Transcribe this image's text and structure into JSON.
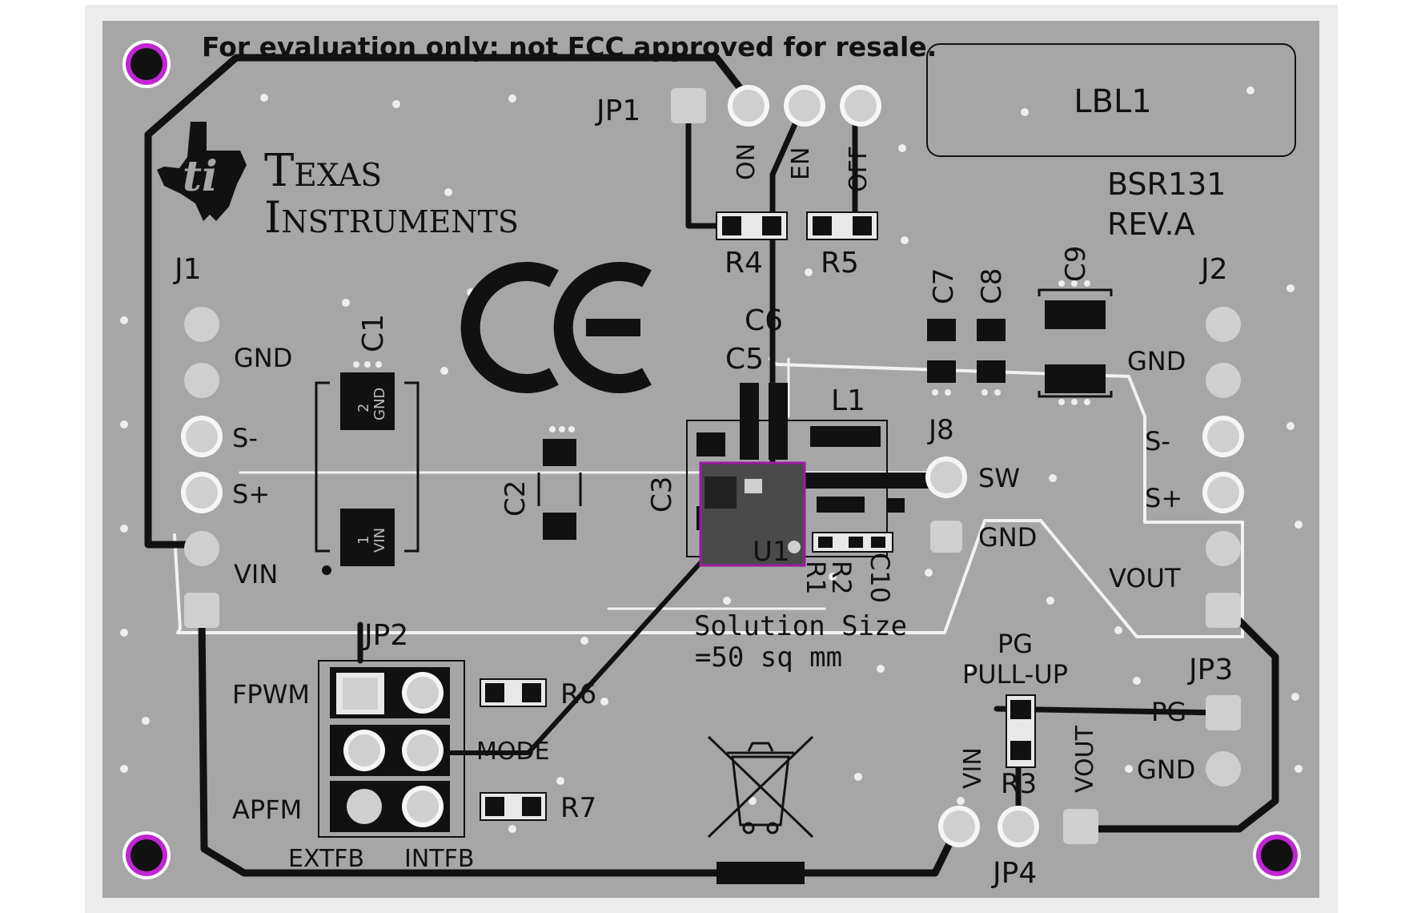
{
  "board": {
    "disclaimer": "For evaluation only; not FCC approved for resale.",
    "label_box": "LBL1",
    "board_id": "BSR131",
    "revision": "REV.A",
    "solution_size_line1": "Solution Size",
    "solution_size_line2": "=50 sq mm",
    "colors": {
      "board": "#a6a6a6",
      "outline": "#e8e8e8",
      "mounting_hole_ring": "#c026d3",
      "trace": "#111111",
      "silkscreen": "#111111"
    }
  },
  "logo": {
    "line1": "Texas",
    "line2": "Instruments"
  },
  "mark": {
    "ce": "CE"
  },
  "components": {
    "C1": "C1",
    "C2": "C2",
    "C3": "C3",
    "C5": "C5",
    "C6": "C6",
    "C7": "C7",
    "C8": "C8",
    "C9": "C9",
    "C10": "C10",
    "L1": "L1",
    "U1": "U1",
    "R1": "R1",
    "R2": "R2",
    "R3": "R3",
    "R4": "R4",
    "R5": "R5",
    "R6": "R6",
    "R7": "R7",
    "c1_pad2_num": "2",
    "c1_pad2_name": "GND",
    "c1_pad1_num": "1",
    "c1_pad1_name": "VIN"
  },
  "jumpers": {
    "JP1": {
      "name": "JP1",
      "on": "ON",
      "en": "EN",
      "off": "OFF"
    },
    "JP2": {
      "name": "JP2",
      "fpwm": "FPWM",
      "mode": "MODE",
      "apfm": "APFM",
      "extfb": "EXTFB",
      "intfb": "INTFB"
    },
    "JP3": {
      "name": "JP3",
      "pg": "PG",
      "gnd": "GND",
      "pullup_line1": "PG",
      "pullup_line2": "PULL-UP"
    },
    "JP4": {
      "name": "JP4",
      "vin": "VIN",
      "vout": "VOUT"
    }
  },
  "connectors": {
    "J1": {
      "name": "J1",
      "gnd": "GND",
      "s_minus": "S-",
      "s_plus": "S+",
      "vin": "VIN"
    },
    "J2": {
      "name": "J2",
      "gnd": "GND",
      "s_minus": "S-",
      "s_plus": "S+",
      "vout": "VOUT"
    },
    "J8": {
      "name": "J8",
      "sw": "SW",
      "gnd": "GND"
    }
  }
}
